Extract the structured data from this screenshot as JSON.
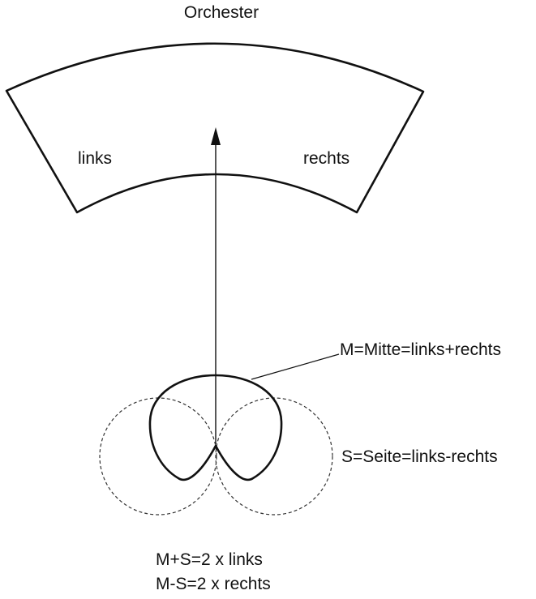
{
  "labels": {
    "orchestra": "Orchester",
    "left": "links",
    "right": "rechts",
    "mid": "M=Mitte=links+rechts",
    "side": "S=Seite=links-rechts",
    "sum": "M+S=2 x links",
    "diff": "M-S=2 x rechts"
  }
}
